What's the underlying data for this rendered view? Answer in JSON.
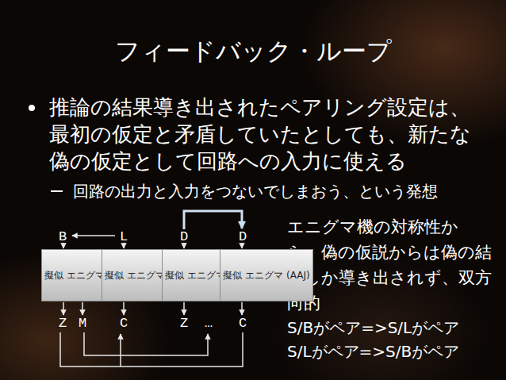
{
  "diagram": {
    "title": "フィードバック・ループ",
    "nodes": [
      {
        "text": [
          "擬似 エニグマ (AAA)"
        ]
      },
      {
        "text": [
          "擬似 エニグマ (AAD)"
        ]
      },
      {
        "text": [
          "擬似 エニグマ (AAF)"
        ]
      },
      {
        "text": [
          "擬似 エニグマ (AAJ)"
        ]
      }
    ],
    "labels": [
      "推論の結果導き出されたペアリング設定は、最初の仮定と矛盾していたとしても、新たな偽の仮定として回路への入力に使える",
      "回路の出力と入力をつないでしまおう、という発想",
      "B",
      "L",
      "D",
      "D",
      "Z",
      "M",
      "C",
      "Z",
      "…",
      "C",
      "エニグマ機の対称性から、偽の仮説からは偽の結果しか導き出されず、双方向的",
      "S/Bがペア=>S/Lがペア",
      "S/Lがペア=>S/Bがペア"
    ]
  }
}
